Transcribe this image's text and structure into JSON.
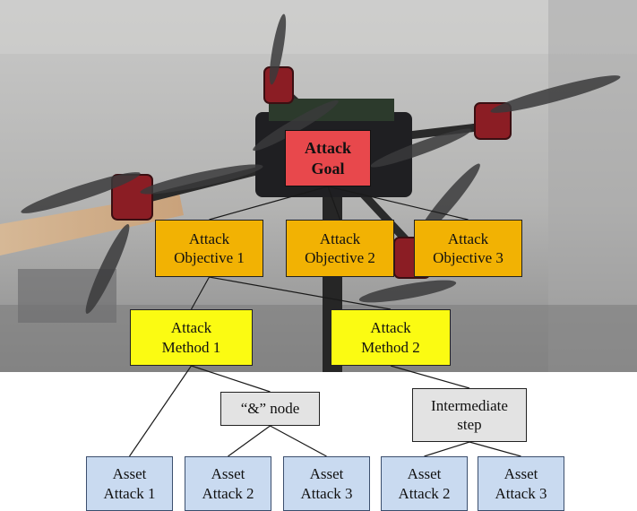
{
  "background": {
    "photo_subject": "quadcopter-drone",
    "photo_tint": "#8f9092"
  },
  "colors": {
    "goal": "#e8484c",
    "objective": "#f2b203",
    "method": "#fbfb12",
    "intermediate": "#e3e3e3",
    "asset": "#c9daf0",
    "edge": "#1a1a1a"
  },
  "nodes": {
    "goal": {
      "label": "Attack\nGoal"
    },
    "objective_1": {
      "label": "Attack\nObjective 1"
    },
    "objective_2": {
      "label": "Attack\nObjective 2"
    },
    "objective_3": {
      "label": "Attack\nObjective 3"
    },
    "method_1": {
      "label": "Attack\nMethod 1"
    },
    "method_2": {
      "label": "Attack\nMethod 2"
    },
    "and_node": {
      "label": "“&” node"
    },
    "intermediate": {
      "label": "Intermediate\nstep"
    },
    "asset_1": {
      "label": "Asset\nAttack 1"
    },
    "asset_2": {
      "label": "Asset\nAttack 2"
    },
    "asset_3": {
      "label": "Asset\nAttack 3"
    },
    "asset_2b": {
      "label": "Asset\nAttack 2"
    },
    "asset_3b": {
      "label": "Asset\nAttack 3"
    }
  },
  "edges": [
    [
      "goal",
      "objective_1"
    ],
    [
      "goal",
      "objective_2"
    ],
    [
      "goal",
      "objective_3"
    ],
    [
      "objective_1",
      "method_1"
    ],
    [
      "objective_1",
      "method_2"
    ],
    [
      "method_1",
      "asset_1"
    ],
    [
      "method_1",
      "and_node"
    ],
    [
      "and_node",
      "asset_2"
    ],
    [
      "and_node",
      "asset_3"
    ],
    [
      "method_2",
      "intermediate"
    ],
    [
      "intermediate",
      "asset_2b"
    ],
    [
      "intermediate",
      "asset_3b"
    ]
  ]
}
